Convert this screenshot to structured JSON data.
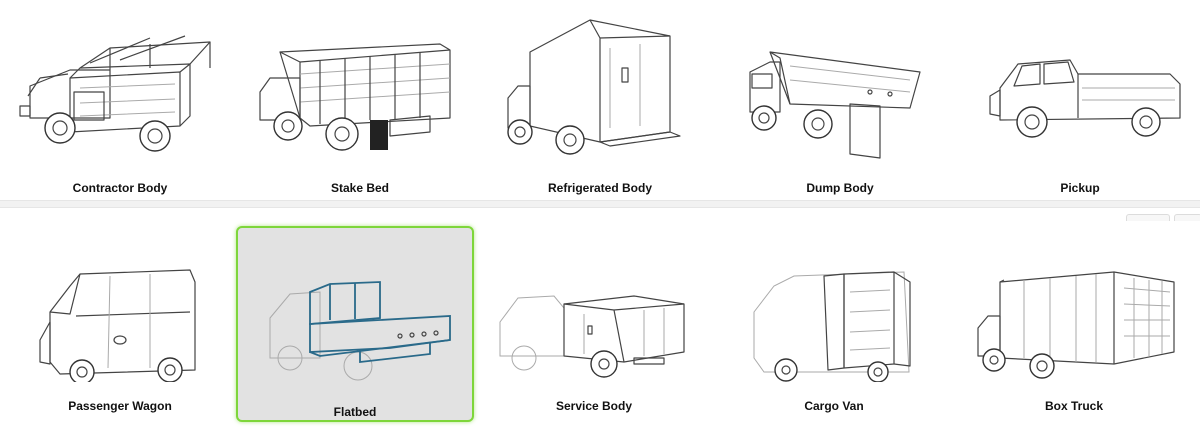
{
  "vehicles_top": [
    {
      "id": "contractor-body",
      "label": "Contractor Body",
      "icon": "contractor-body-truck-icon"
    },
    {
      "id": "stake-bed",
      "label": "Stake Bed",
      "icon": "stake-bed-truck-icon"
    },
    {
      "id": "refrigerated-body",
      "label": "Refrigerated Body",
      "icon": "refrigerated-body-truck-icon"
    },
    {
      "id": "dump-body",
      "label": "Dump Body",
      "icon": "dump-body-truck-icon"
    },
    {
      "id": "pickup",
      "label": "Pickup",
      "icon": "pickup-truck-icon"
    }
  ],
  "vehicles_bottom": [
    {
      "id": "passenger-wagon",
      "label": "Passenger Wagon",
      "icon": "passenger-wagon-van-icon"
    },
    {
      "id": "flatbed",
      "label": "Flatbed",
      "icon": "flatbed-truck-icon",
      "selected": true
    },
    {
      "id": "service-body",
      "label": "Service Body",
      "icon": "service-body-truck-icon"
    },
    {
      "id": "cargo-van",
      "label": "Cargo Van",
      "icon": "cargo-van-icon"
    },
    {
      "id": "box-truck",
      "label": "Box Truck",
      "icon": "box-truck-icon"
    }
  ],
  "colors": {
    "selected_border": "#7ed63a",
    "selected_background": "#e2e2e2",
    "label_text": "#111111",
    "flatbed_highlight": "#2a6a8a"
  }
}
